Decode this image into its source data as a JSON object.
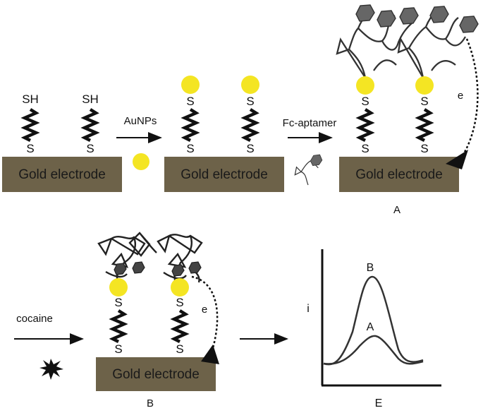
{
  "electrode": {
    "label": "Gold electrode",
    "color": "#6d6249"
  },
  "gold_nanoparticle_color": "#f4e523",
  "thiol": {
    "sh": "SH",
    "s": "S"
  },
  "steps": {
    "auNPs": "AuNPs",
    "fc_aptamer": "Fc-aptamer",
    "cocaine": "cocaine"
  },
  "electron": "e",
  "state_labels": {
    "a": "A",
    "b": "B"
  },
  "plot": {
    "y_axis": "i",
    "x_axis": "E",
    "curve_b": "B",
    "curve_a": "A"
  }
}
